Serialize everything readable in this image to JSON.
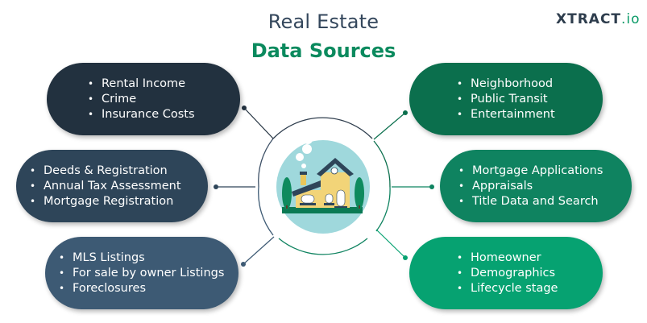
{
  "title": {
    "line1": "Real Estate",
    "line2": "Data Sources"
  },
  "logo": {
    "brand": "XTRACT",
    "suffix": ".io"
  },
  "colors": {
    "title_dark": "#34475c",
    "title_green": "#0b8a5e",
    "pill_left_1": "#22313f",
    "pill_left_2": "#2e4559",
    "pill_left_3": "#3d5a74",
    "pill_right_1": "#0b6f4d",
    "pill_right_2": "#0f8360",
    "pill_right_3": "#06a271"
  },
  "center_icon": "house-icon",
  "left_groups": [
    {
      "items": [
        "Rental Income",
        "Crime",
        "Insurance Costs"
      ]
    },
    {
      "items": [
        "Deeds & Registration",
        "Annual Tax Assessment",
        "Mortgage Registration"
      ]
    },
    {
      "items": [
        "MLS Listings",
        "For sale by owner Listings",
        "Foreclosures"
      ]
    }
  ],
  "right_groups": [
    {
      "items": [
        "Neighborhood",
        "Public Transit",
        "Entertainment"
      ]
    },
    {
      "items": [
        "Mortgage Applications",
        "Appraisals",
        "Title Data and Search"
      ]
    },
    {
      "items": [
        "Homeowner",
        "Demographics",
        "Lifecycle stage"
      ]
    }
  ]
}
